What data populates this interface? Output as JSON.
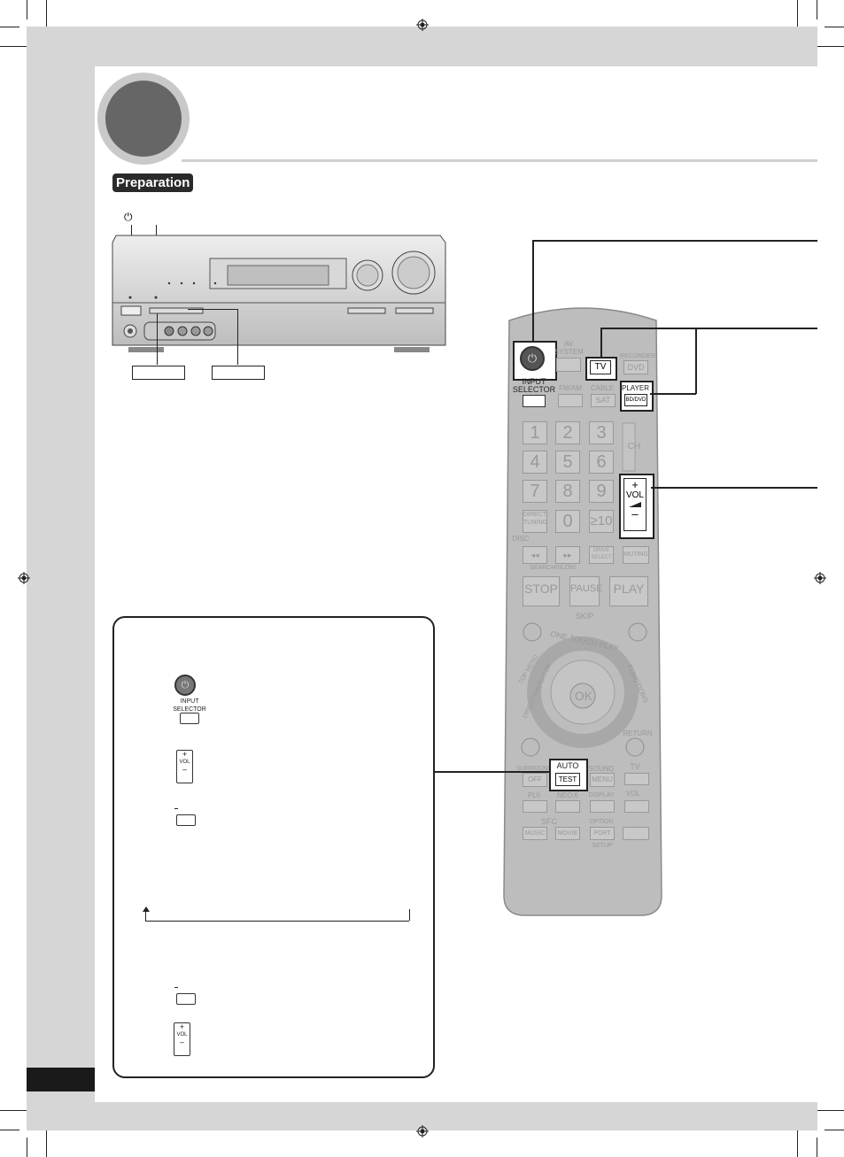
{
  "page": {
    "preparation_label": "Preparation"
  },
  "receiver": {
    "power_symbol": "⏻"
  },
  "remote": {
    "buttons": {
      "input_selector": "INPUT\nSELECTOR",
      "av_system": "AV\nSYSTEM",
      "tv": "TV",
      "recorder": "RECORDER",
      "dvd": "DVD",
      "fm_am": "FM/AM",
      "cable_sat": "CABLE",
      "sat": "SAT",
      "player": "PLAYER",
      "bd_dvd": "BD/DVD",
      "num_1": "1",
      "num_2": "2",
      "num_3": "3",
      "num_4": "4",
      "num_5": "5",
      "num_6": "6",
      "num_7": "7",
      "num_8": "8",
      "num_9": "9",
      "num_0": "0",
      "num_10": "≥10",
      "ch": "CH",
      "vol_plus": "+",
      "vol_label": "VOL",
      "vol_minus": "–",
      "direct_tuning": "DIRECT\nTUNING",
      "disc": "DISC",
      "dimmer": "DRIVE\nSELECT",
      "muting": "MUTING",
      "search_slow": "SEARCH/SLOW",
      "stop": "STOP",
      "pause": "PAUSE",
      "play": "PLAY",
      "skip": "SKIP",
      "one_touch_play": "ONE TOUCH PLAY",
      "top_menu": "TOP MENU",
      "direct_navigator": "DIRECT NAVIGATOR",
      "functions": "FUNCTIONS",
      "ok": "OK",
      "return": "RETURN",
      "surround": "SURROUND",
      "off": "OFF",
      "auto": "AUTO",
      "test": "TEST",
      "sound": "SOUND",
      "menu": "MENU",
      "tv_small": "TV",
      "plii": "PLII",
      "neo6": "NEO:6",
      "display": "DISPLAY",
      "vol_small": "VOL",
      "sfc": "SFC",
      "music": "MUSIC",
      "movie": "MOVIE",
      "option": "OPTION",
      "port": "PORT",
      "setup": "SETUP"
    }
  },
  "procedure": {
    "input_selector_label": "INPUT\nSELECTOR",
    "vol_plus": "+",
    "vol_label": "VOL",
    "vol_minus": "–"
  },
  "colors": {
    "band": "#d6d6d6",
    "remote_body": "#bdbdbd",
    "dark": "#1a1a1a"
  }
}
